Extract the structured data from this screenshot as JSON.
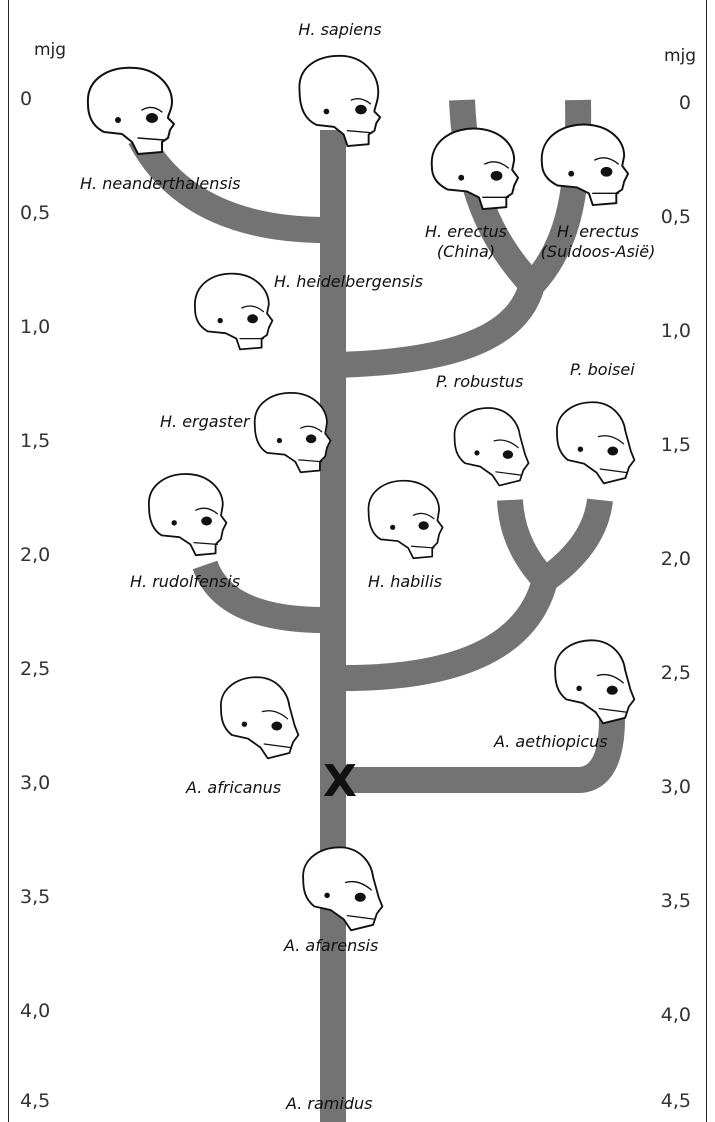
{
  "axis": {
    "unit_left": "mjg",
    "unit_right": "mjg",
    "ticks": [
      "0",
      "0,5",
      "1,0",
      "1,5",
      "2,0",
      "2,5",
      "3,0",
      "3,5",
      "4,0",
      "4,5"
    ]
  },
  "species": {
    "sapiens": "H. sapiens",
    "neanderthalensis": "H. neanderthalensis",
    "erectus_china_1": "H. erectus",
    "erectus_china_2": "(China)",
    "erectus_sea_1": "H. erectus",
    "erectus_sea_2": "(Suidoos-Asië)",
    "heidelbergensis": "H. heidelbergensis",
    "robustus": "P. robustus",
    "boisei": "P. boisei",
    "ergaster": "H. ergaster",
    "rudolfensis": "H. rudolfensis",
    "habilis": "H. habilis",
    "aethiopicus": "A. aethiopicus",
    "africanus": "A. africanus",
    "afarensis": "A. afarensis",
    "ramidus": "A. ramidus"
  },
  "marker": "X",
  "colors": {
    "branch": "#737373",
    "text": "#111111",
    "background": "#ffffff"
  },
  "icons": [
    "skull-icon"
  ]
}
